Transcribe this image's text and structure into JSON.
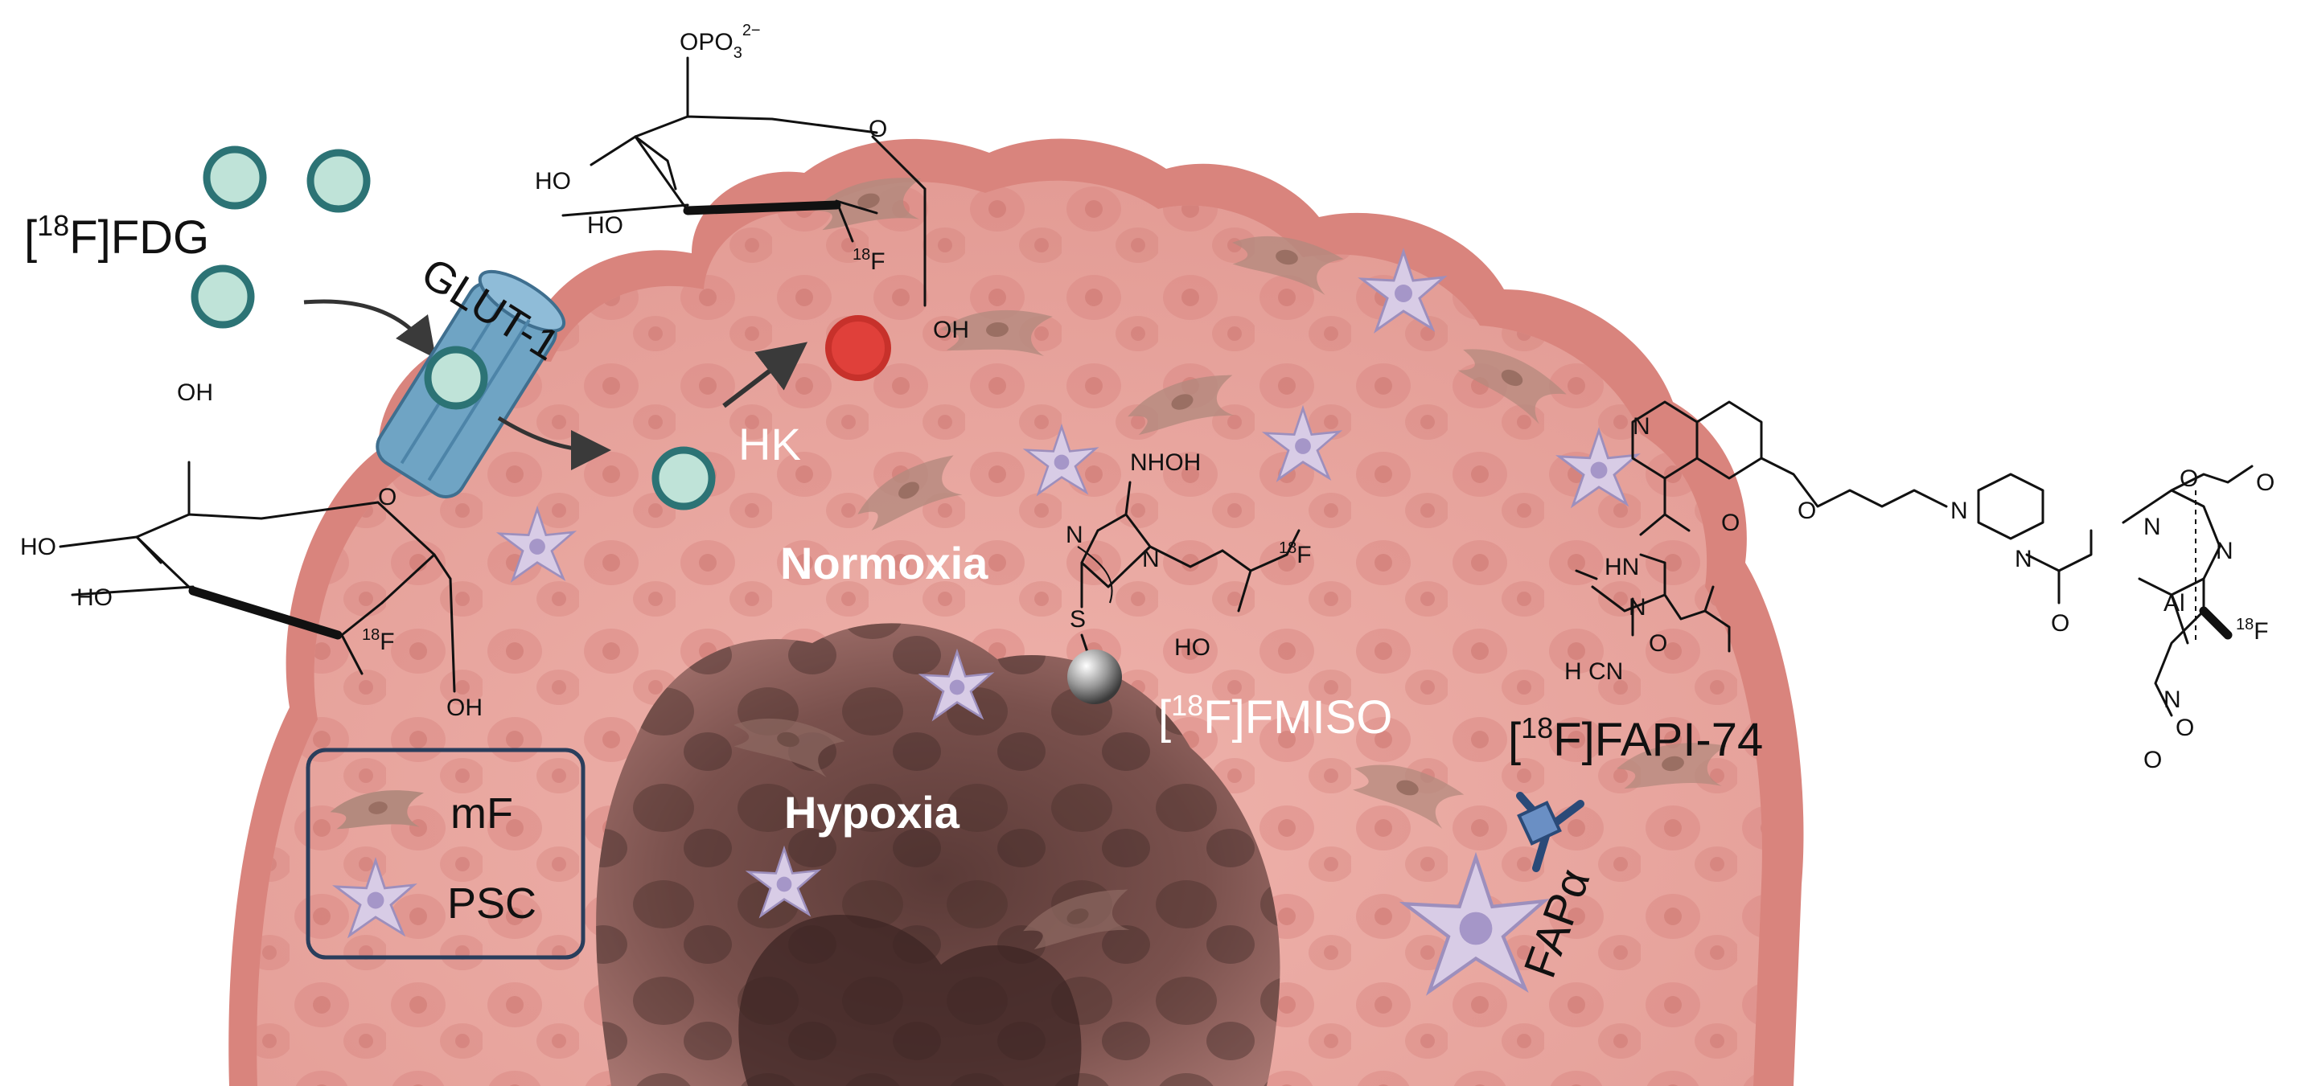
{
  "probes": {
    "fdg": {
      "iso": "18",
      "name": "F]FDG"
    },
    "fmiso": {
      "iso": "18",
      "name": "F]FMISO"
    },
    "fapi": {
      "iso": "18",
      "name": "F]FAPI-74"
    }
  },
  "labels": {
    "glut1": "GLUT-1",
    "hk": "HK",
    "normoxia": "Normoxia",
    "hypoxia": "Hypoxia",
    "fap": "FAPα"
  },
  "legend": {
    "mf": "mF",
    "psc": "PSC"
  },
  "chemistry": {
    "phosphate": {
      "main": "OPO",
      "sub": "3",
      "sup": "2−"
    },
    "ho": "HO",
    "oh": "OH",
    "o": "O",
    "n": "N",
    "h": "H",
    "s": "S",
    "cn": "CN",
    "hn": "HN",
    "nhoh": "NHOH",
    "al": "Al",
    "f18": {
      "iso": "18",
      "el": "F"
    }
  },
  "colors": {
    "tumor_outer": "#d98c86",
    "tumor_inner": "#e9a8a2",
    "hypoxia_core": "#6e4a46",
    "tracer_fill": "#bfe3d8",
    "tracer_ring": "#2c7375",
    "phosphorylated": "#e0403a",
    "glut_fill": "#6fa4c4",
    "psc_fill": "#d8cce6",
    "mf_fill": "#b48a7e",
    "legend_border": "#2a3e5c"
  }
}
